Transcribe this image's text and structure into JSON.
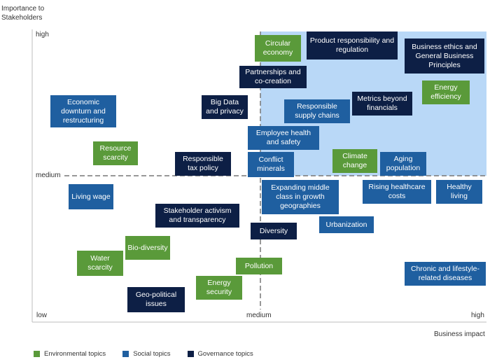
{
  "axes": {
    "y_title": "Importance to Stakeholders",
    "x_title": "Business impact",
    "y_ticks": {
      "high": "high",
      "medium": "medium"
    },
    "x_ticks": {
      "low": "low",
      "medium": "medium",
      "high": "high"
    }
  },
  "colors": {
    "environmental": "#5a9a3a",
    "social": "#1f5fa0",
    "governance": "#0d1f45",
    "highlight_quadrant": "#b9d8f7"
  },
  "legend": [
    {
      "label": "Environmental topics",
      "category": "env"
    },
    {
      "label": "Social topics",
      "category": "soc"
    },
    {
      "label": "Governance topics",
      "category": "gov"
    }
  ],
  "topics": [
    {
      "label": "Circular economy",
      "category": "env"
    },
    {
      "label": "Product responsibility and regulation",
      "category": "gov"
    },
    {
      "label": "Business ethics and General Business Principles",
      "category": "gov"
    },
    {
      "label": "Partnerships and co-creation",
      "category": "gov"
    },
    {
      "label": "Energy efficiency",
      "category": "env"
    },
    {
      "label": "Economic downturn and restructuring",
      "category": "soc"
    },
    {
      "label": "Big Data and privacy",
      "category": "gov"
    },
    {
      "label": "Responsible supply chains",
      "category": "soc"
    },
    {
      "label": "Metrics beyond financials",
      "category": "gov"
    },
    {
      "label": "Employee health and safety",
      "category": "soc"
    },
    {
      "label": "Resource scarcity",
      "category": "env"
    },
    {
      "label": "Responsible tax policy",
      "category": "gov"
    },
    {
      "label": "Conflict minerals",
      "category": "soc"
    },
    {
      "label": "Climate change",
      "category": "env"
    },
    {
      "label": "Aging population",
      "category": "soc"
    },
    {
      "label": "Living wage",
      "category": "soc"
    },
    {
      "label": "Expanding middle class in growth geographies",
      "category": "soc"
    },
    {
      "label": "Rising healthcare costs",
      "category": "soc"
    },
    {
      "label": "Healthy living",
      "category": "soc"
    },
    {
      "label": "Stakeholder activism and transparency",
      "category": "gov"
    },
    {
      "label": "Urbanization",
      "category": "soc"
    },
    {
      "label": "Diversity",
      "category": "gov"
    },
    {
      "label": "Bio-diversity",
      "category": "env"
    },
    {
      "label": "Water scarcity",
      "category": "env"
    },
    {
      "label": "Pollution",
      "category": "env"
    },
    {
      "label": "Chronic and lifestyle-related diseases",
      "category": "soc"
    },
    {
      "label": "Energy security",
      "category": "env"
    },
    {
      "label": "Geo-political issues",
      "category": "gov"
    }
  ]
}
